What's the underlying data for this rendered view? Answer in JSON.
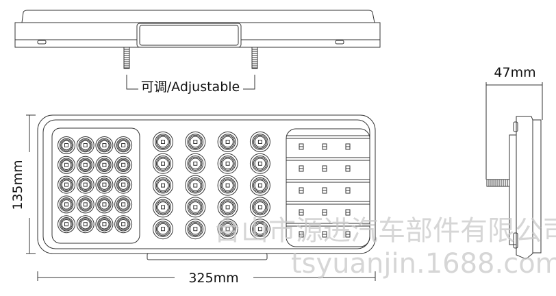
{
  "labels": {
    "adjustable": "可调/Adjustable",
    "depth": "47mm",
    "height": "135mm",
    "width": "325mm"
  },
  "watermark": {
    "company": "台山市源进汽车部件有限公司",
    "site": "tsyuanjin.1688.com"
  },
  "front_view": {
    "left_cluster": {
      "rows": 5,
      "cols": 4
    },
    "middle_cluster": {
      "rows": 5,
      "cols": 4
    },
    "right_panel": {
      "rows": 5,
      "cols": 3
    }
  },
  "colors": {
    "line": "#333333",
    "watermark": "#c8c8c8"
  }
}
